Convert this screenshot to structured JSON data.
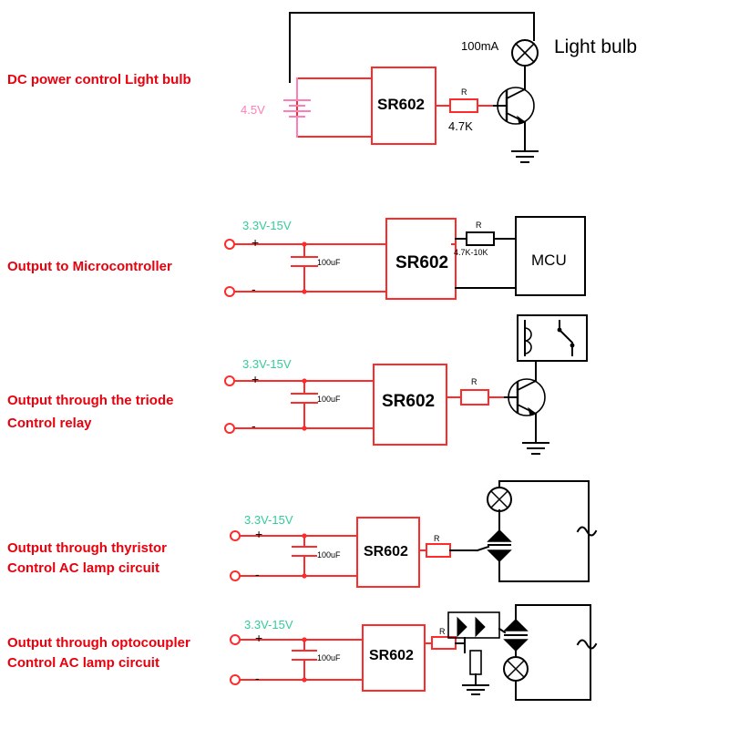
{
  "page": {
    "title": "SR602 microwave sensor application circuits",
    "accent_red": "#e8000d",
    "wire_red": "#ff2a2a",
    "wire_black": "#000000",
    "green": "#33cc99",
    "pink": "#ff7eb9"
  },
  "sections": [
    {
      "id": "dc-power-light-bulb",
      "label": "DC power control Light bulb",
      "chip": "SR602",
      "annotations": {
        "supply": "4.5V",
        "lamp_current": "100mA",
        "lamp_name": "Light bulb",
        "resistor_ref": "R",
        "resistor_value": "4.7K"
      }
    },
    {
      "id": "output-to-microcontroller",
      "label": "Output to Microcontroller",
      "chip": "SR602",
      "annotations": {
        "supply": "3.3V-15V",
        "plus": "+",
        "minus": "-",
        "cap_value": "100uF",
        "resistor_ref": "R",
        "resistor_value": "4.7K-10K",
        "load_block": "MCU"
      }
    },
    {
      "id": "output-through-triode-control-relay",
      "label": "Output through the triode\nControl relay",
      "label_line1": "Output through the triode",
      "label_line2": "Control relay",
      "chip": "SR602",
      "annotations": {
        "supply": "3.3V-15V",
        "plus": "+",
        "minus": "-",
        "cap_value": "100uF",
        "resistor_ref": "R"
      }
    },
    {
      "id": "output-through-thyristor-control-ac-lamp",
      "label_line1": "Output through thyristor",
      "label_line2": "Control AC lamp circuit",
      "chip": "SR602",
      "annotations": {
        "supply": "3.3V-15V",
        "plus": "+",
        "minus": "-",
        "cap_value": "100uF",
        "resistor_ref": "R",
        "ac_source": "~"
      }
    },
    {
      "id": "output-through-optocoupler-control-ac-lamp",
      "label_line1": "Output through optocoupler",
      "label_line2": "Control AC lamp circuit",
      "chip": "SR602",
      "annotations": {
        "supply": "3.3V-15V",
        "plus": "+",
        "minus": "-",
        "cap_value": "100uF",
        "resistor_ref": "R",
        "ac_source": "~"
      }
    }
  ]
}
